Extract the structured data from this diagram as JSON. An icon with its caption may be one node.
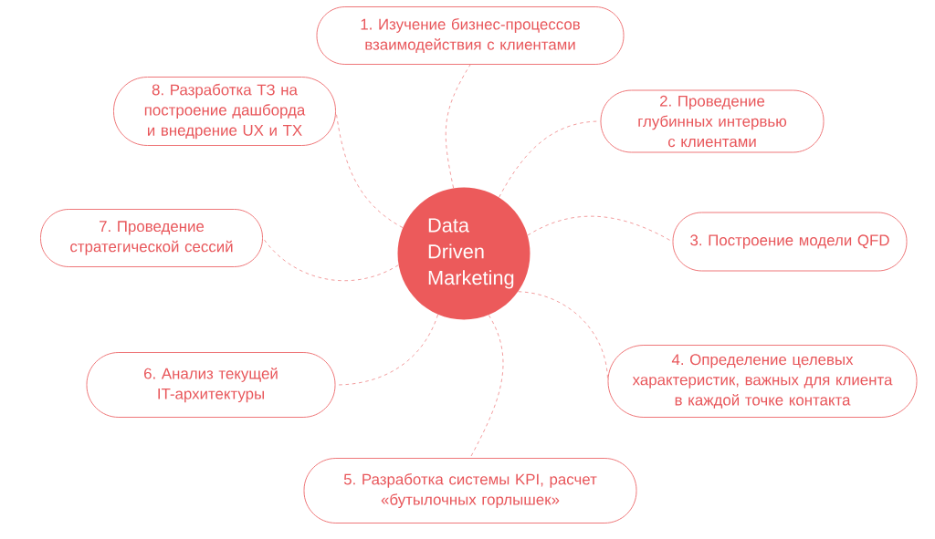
{
  "diagram": {
    "nodes": [
      {
        "text": [
          "Data Driven Marketing"
        ]
      },
      {
        "text": [
          "1. Изучение бизнес-процессов взаимодействия с клиентами"
        ]
      },
      {
        "text": [
          "2. Проведение глубинных интервью с клиентами"
        ]
      },
      {
        "text": [
          "3. Построение модели QFD"
        ]
      },
      {
        "text": [
          "4. Определение целевых характеристик, важных для клиента в каждой точке контакта"
        ]
      },
      {
        "text": [
          "5. Разработка системы KPI, расчет «бутылочных горлышек»"
        ]
      },
      {
        "text": [
          "6. Анализ текущей IT-архитектуры"
        ]
      },
      {
        "text": [
          "7. Проведение стратегической сессий"
        ]
      },
      {
        "text": [
          "8. Разработка ТЗ на построение дашборда и внедрение UX и TX"
        ]
      }
    ],
    "edges": [
      {
        "from": 0,
        "to": 1,
        "arrow": "none",
        "style": "dashed"
      },
      {
        "from": 0,
        "to": 2,
        "arrow": "none",
        "style": "dashed"
      },
      {
        "from": 0,
        "to": 3,
        "arrow": "none",
        "style": "dashed"
      },
      {
        "from": 0,
        "to": 4,
        "arrow": "none",
        "style": "dashed"
      },
      {
        "from": 0,
        "to": 5,
        "arrow": "none",
        "style": "dashed"
      },
      {
        "from": 0,
        "to": 6,
        "arrow": "none",
        "style": "dashed"
      },
      {
        "from": 0,
        "to": 7,
        "arrow": "none",
        "style": "dashed"
      },
      {
        "from": 0,
        "to": 8,
        "arrow": "none",
        "style": "dashed"
      }
    ]
  }
}
